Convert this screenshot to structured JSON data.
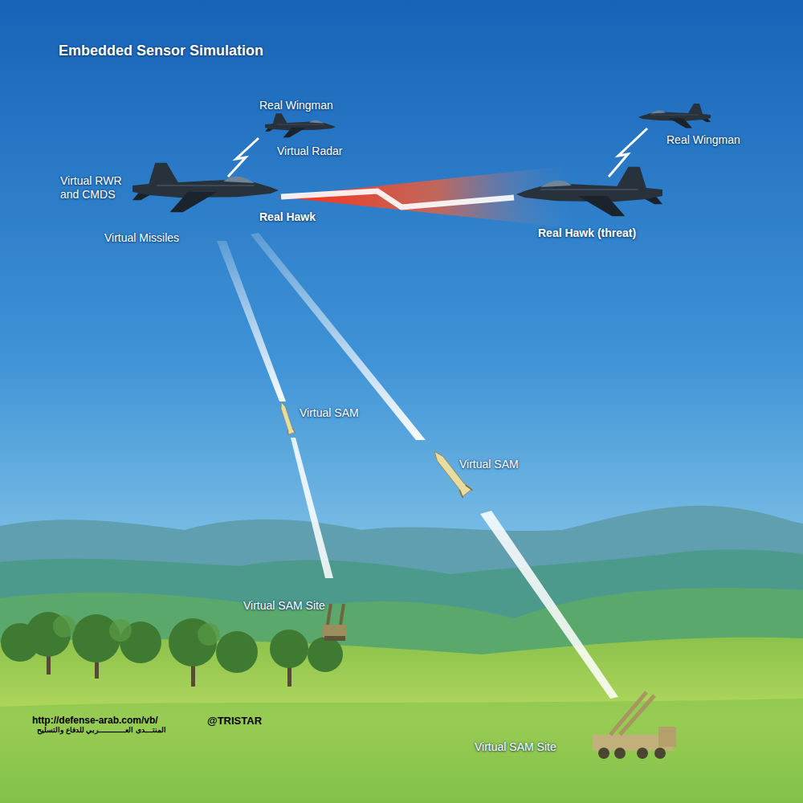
{
  "diagram": {
    "title": "Embedded Sensor Simulation",
    "labels": [
      "Real Wingman",
      "Virtual Radar",
      "Virtual RWR and CMDS",
      "Real Hawk",
      "Virtual Missiles",
      "Real Wingman",
      "Real Hawk (threat)",
      "Virtual SAM",
      "Virtual SAM",
      "Virtual SAM Site",
      "Virtual SAM Site",
      "http://defense-arab.com/vb/",
      "المنتـــدى العـــــــــــربي للدفاع والتسليح",
      "@TRISTAR"
    ]
  }
}
